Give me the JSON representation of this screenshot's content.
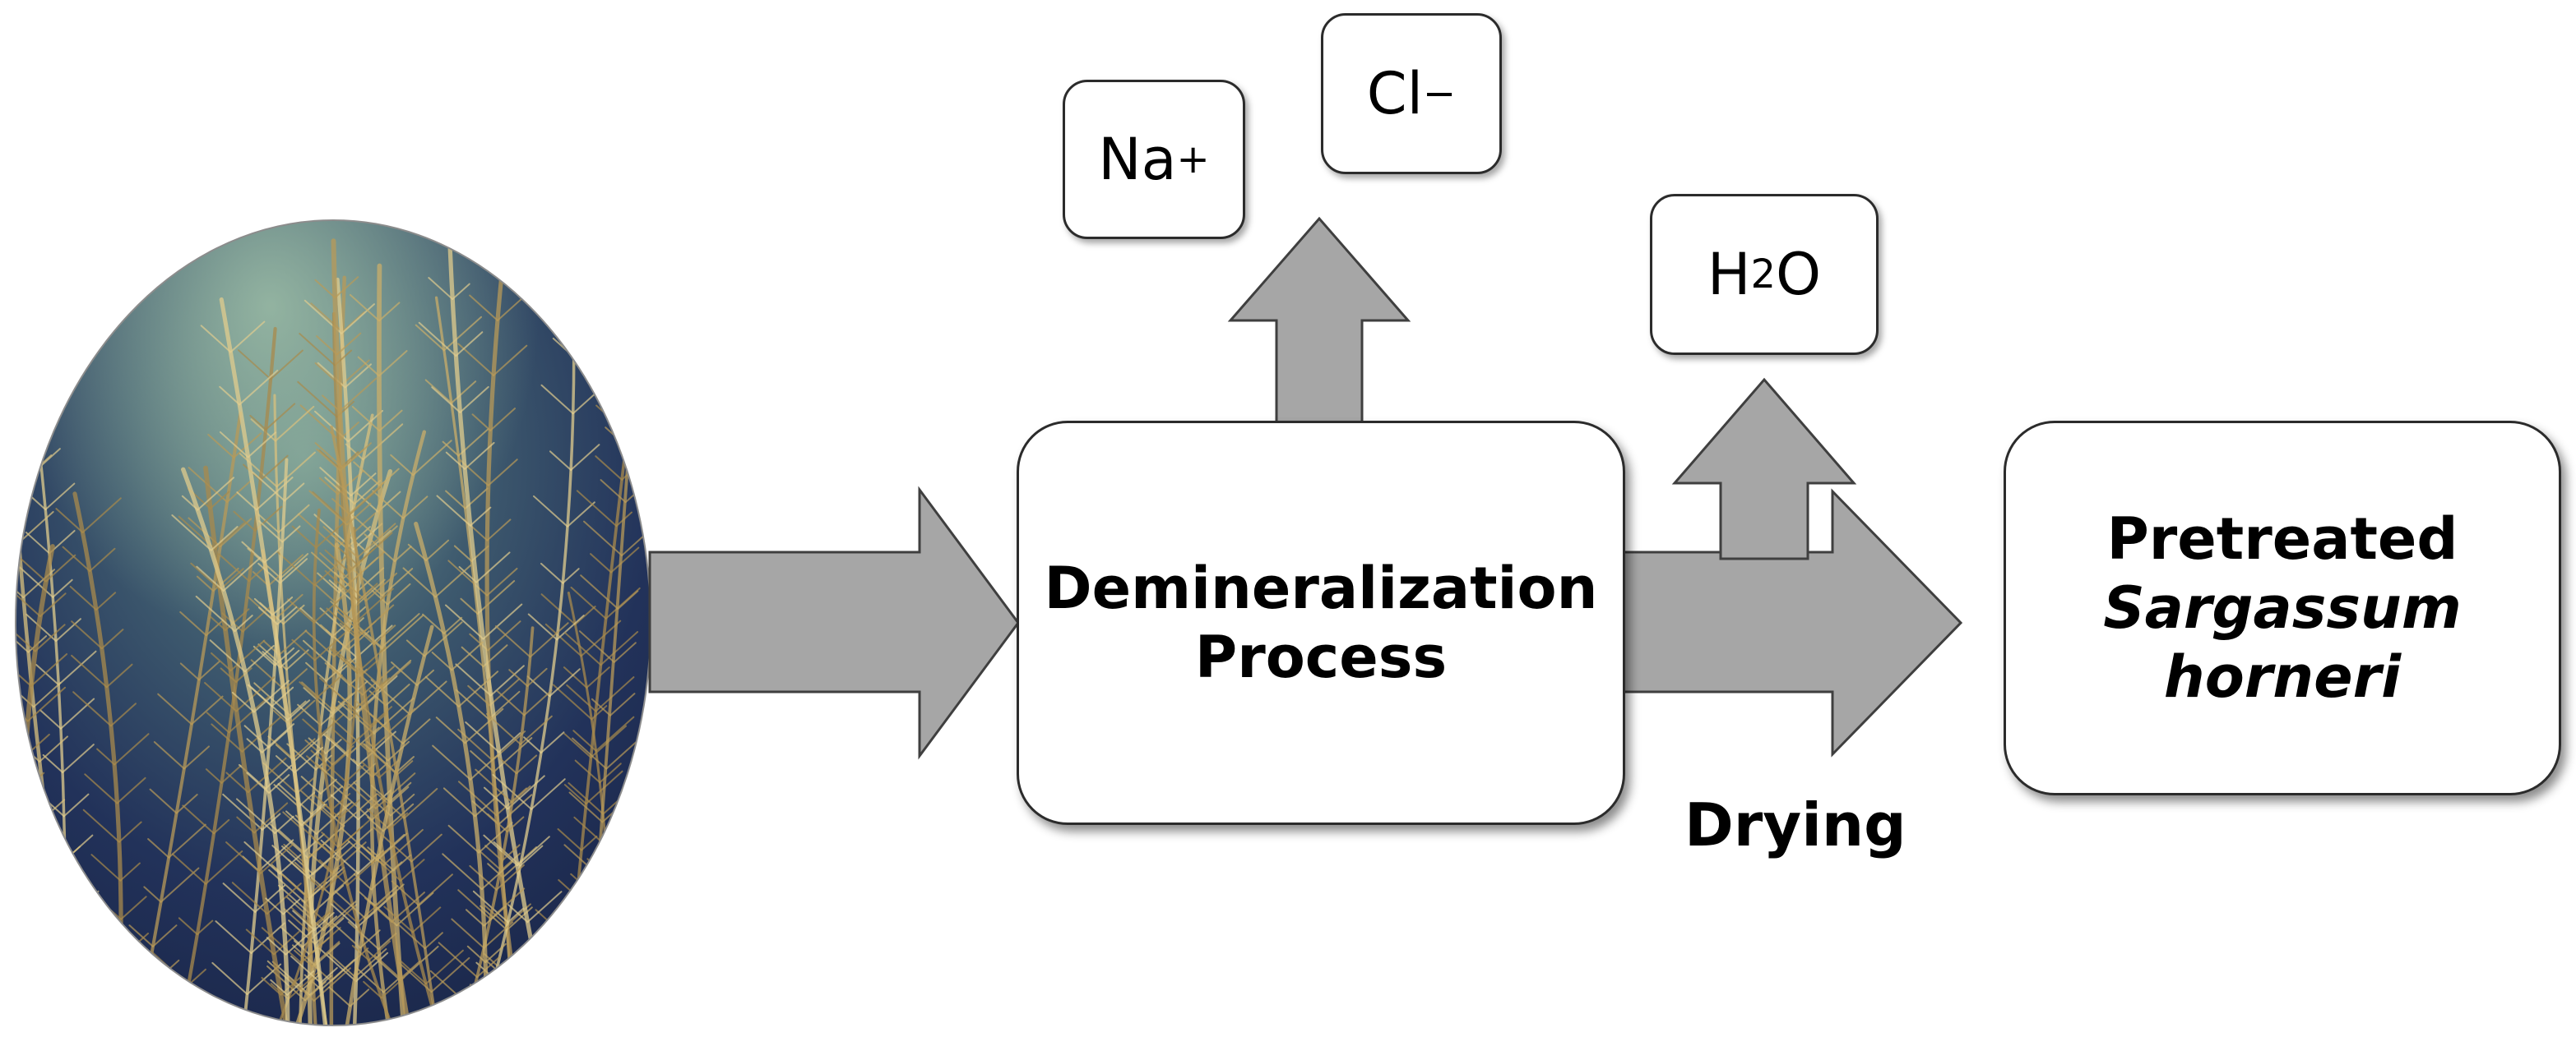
{
  "diagram": {
    "ions": {
      "sodium": {
        "symbol": "Na",
        "charge": "+"
      },
      "chloride": {
        "symbol": "Cl",
        "charge": "−"
      },
      "water": {
        "prefix": "H",
        "subscript": "2",
        "suffix": "O"
      }
    },
    "process": {
      "line1": "Demineralization",
      "line2": "Process"
    },
    "step_label": "Drying",
    "product": {
      "line1": "Pretreated",
      "line2": "Sargassum",
      "line3": "horneri"
    }
  },
  "colors": {
    "arrow_fill": "#a6a6a6",
    "arrow_stroke": "#3f3f3f",
    "box_border": "#2b2b2b",
    "background": "#ffffff",
    "photo_water_dark": "#1e2d4d",
    "photo_seaweed": "#c8ad6a"
  },
  "photo": {
    "subject": "seaweed-underwater-photo"
  }
}
